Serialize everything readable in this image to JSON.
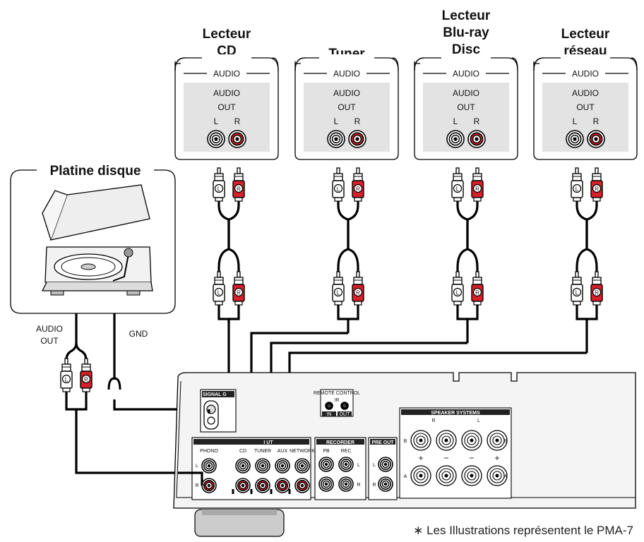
{
  "sources": [
    {
      "title_lines": [
        "Lecteur",
        "CD"
      ],
      "section": "AUDIO",
      "out_lines": [
        "AUDIO",
        "OUT"
      ],
      "left": "L",
      "right": "R"
    },
    {
      "title_lines": [
        "Tuner"
      ],
      "section": "AUDIO",
      "out_lines": [
        "AUDIO",
        "OUT"
      ],
      "left": "L",
      "right": "R"
    },
    {
      "title_lines": [
        "Lecteur",
        "Blu-ray",
        "Disc"
      ],
      "section": "AUDIO",
      "out_lines": [
        "AUDIO",
        "OUT"
      ],
      "left": "L",
      "right": "R"
    },
    {
      "title_lines": [
        "Lecteur",
        "réseau"
      ],
      "section": "AUDIO",
      "out_lines": [
        "AUDIO",
        "OUT"
      ],
      "left": "L",
      "right": "R"
    }
  ],
  "turntable": {
    "title": "Platine disque",
    "audio_out_lines": [
      "AUDIO",
      "OUT"
    ],
    "gnd": "GND"
  },
  "plug_letters": {
    "left": "L",
    "right": "R"
  },
  "amp": {
    "signal_gnd": "SIGNAL G",
    "remote_control": "REMOTE CONTROL",
    "ir": "IR",
    "remote_in": "IN",
    "remote_out": "OUT",
    "input_header": "I   UT",
    "inputs": [
      "PHONO",
      "CD",
      "TUNER",
      "AUX",
      "NETWORK"
    ],
    "recorder": "RECORDER",
    "recorder_pb": "PB",
    "recorder_rec": "REC",
    "pre_out": "PRE OUT",
    "speaker_systems": "SPEAKER SYSTEMS",
    "speaker_r": "R",
    "speaker_l": "L",
    "speaker_a": "A",
    "speaker_b": "B",
    "plus": "+",
    "minus": "−",
    "row_l": "L",
    "row_r": "R"
  },
  "footnote": "∗  Les Illustrations représentent le PMA-7",
  "colors": {
    "red_jack": "#d6202a",
    "white_jack": "#ffffff",
    "panel_gray": "#e3e3e3",
    "line": "#000000"
  }
}
